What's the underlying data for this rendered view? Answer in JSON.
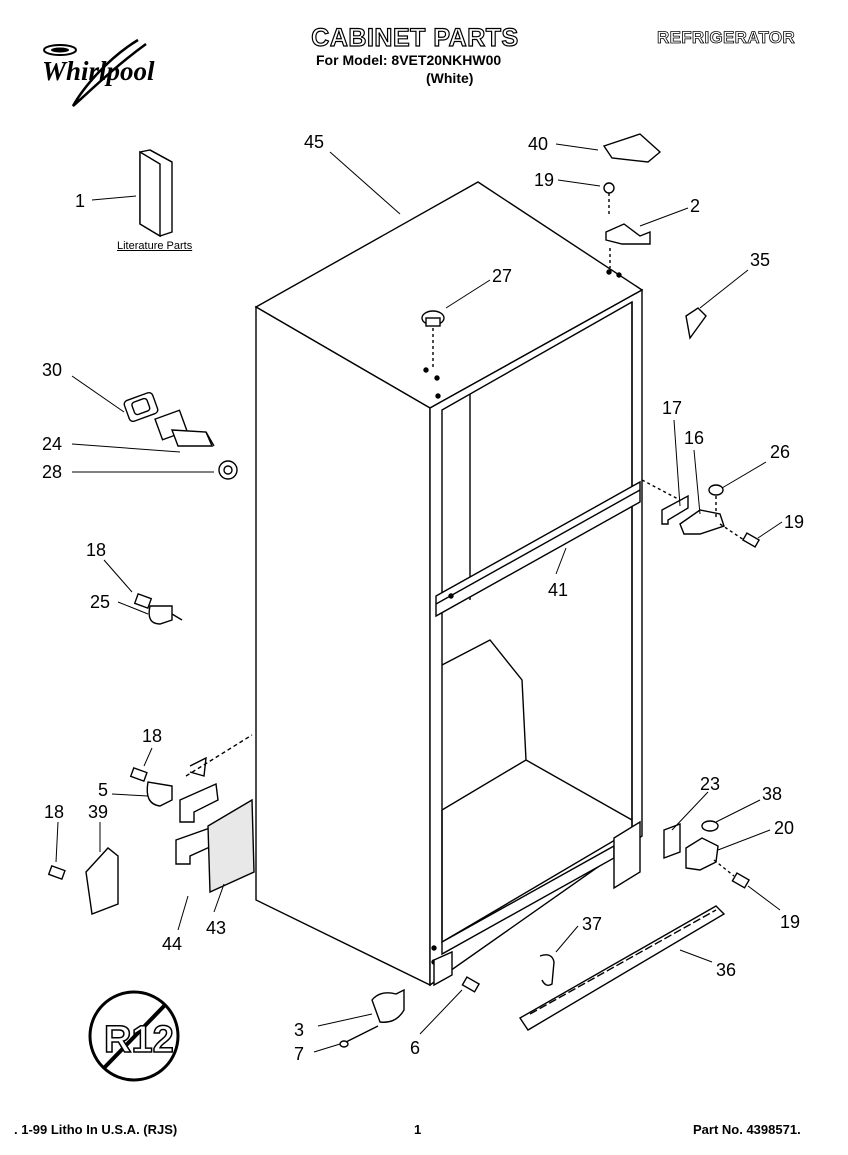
{
  "header": {
    "title": "CABINET PARTS",
    "model_line": "For Model: 8VET20NKHW00",
    "color_line": "(White)",
    "category": "REFRIGERATOR",
    "brand": "Whirlpool"
  },
  "literature_label": "Literature Parts",
  "callouts": [
    {
      "id": "c-1",
      "label": "1"
    },
    {
      "id": "c-2",
      "label": "2"
    },
    {
      "id": "c-3",
      "label": "3"
    },
    {
      "id": "c-5",
      "label": "5"
    },
    {
      "id": "c-6",
      "label": "6"
    },
    {
      "id": "c-7",
      "label": "7"
    },
    {
      "id": "c-16",
      "label": "16"
    },
    {
      "id": "c-17",
      "label": "17"
    },
    {
      "id": "c-18a",
      "label": "18"
    },
    {
      "id": "c-18b",
      "label": "18"
    },
    {
      "id": "c-18c",
      "label": "18"
    },
    {
      "id": "c-19a",
      "label": "19"
    },
    {
      "id": "c-19b",
      "label": "19"
    },
    {
      "id": "c-19c",
      "label": "19"
    },
    {
      "id": "c-20",
      "label": "20"
    },
    {
      "id": "c-23",
      "label": "23"
    },
    {
      "id": "c-24",
      "label": "24"
    },
    {
      "id": "c-25",
      "label": "25"
    },
    {
      "id": "c-26",
      "label": "26"
    },
    {
      "id": "c-27",
      "label": "27"
    },
    {
      "id": "c-28",
      "label": "28"
    },
    {
      "id": "c-30",
      "label": "30"
    },
    {
      "id": "c-35",
      "label": "35"
    },
    {
      "id": "c-36",
      "label": "36"
    },
    {
      "id": "c-37",
      "label": "37"
    },
    {
      "id": "c-38",
      "label": "38"
    },
    {
      "id": "c-39",
      "label": "39"
    },
    {
      "id": "c-40",
      "label": "40"
    },
    {
      "id": "c-41",
      "label": "41"
    },
    {
      "id": "c-43",
      "label": "43"
    },
    {
      "id": "c-44",
      "label": "44"
    },
    {
      "id": "c-45",
      "label": "45"
    }
  ],
  "badge_label": "R12",
  "footer": {
    "left": ". 1-99 Litho In U.S.A. (RJS)",
    "page": "1",
    "part_no": "Part No. 4398571."
  }
}
